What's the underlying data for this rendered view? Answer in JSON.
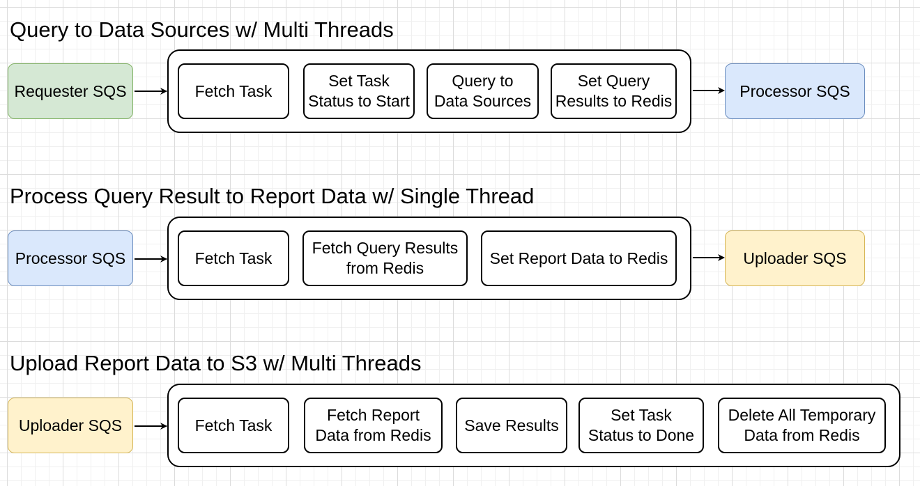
{
  "sections": [
    {
      "title": "Query to Data Sources w/ Multi Threads",
      "source": "Requester SQS",
      "steps": [
        "Fetch Task",
        "Set Task\nStatus to Start",
        "Query to\nData Sources",
        "Set Query\nResults to Redis"
      ],
      "target": "Processor SQS"
    },
    {
      "title": "Process Query Result to Report Data w/ Single Thread",
      "source": "Processor SQS",
      "steps": [
        "Fetch Task",
        "Fetch Query Results\nfrom Redis",
        "Set Report Data to Redis"
      ],
      "target": "Uploader SQS"
    },
    {
      "title": "Upload Report Data to S3 w/ Multi Threads",
      "source": "Uploader SQS",
      "steps": [
        "Fetch Task",
        "Fetch Report\nData from Redis",
        "Save Results",
        "Set Task\nStatus to Done",
        "Delete All Temporary\nData from Redis"
      ]
    }
  ],
  "colors": {
    "green_fill": "#d5e8d4",
    "blue_fill": "#dae8fc",
    "yellow_fill": "#fff2cc"
  }
}
